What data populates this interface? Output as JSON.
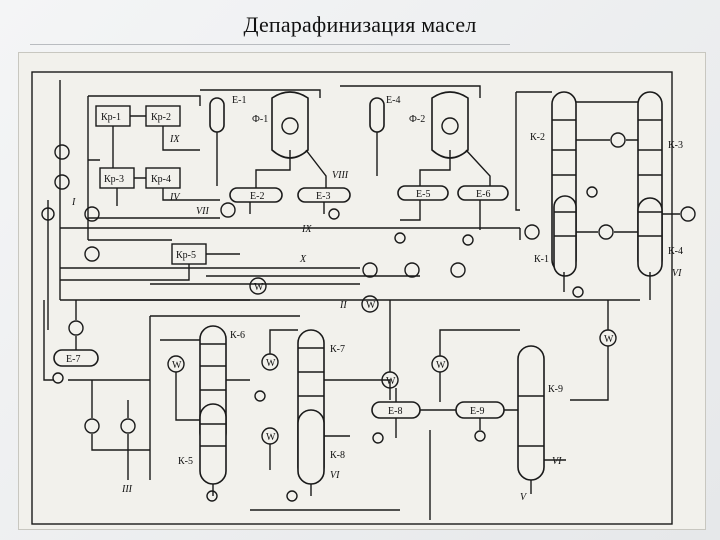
{
  "title": "Депарафинизация масел",
  "labels": {
    "kr1": "Кр-1",
    "kr2": "Кр-2",
    "kr3": "Кр-3",
    "kr4": "Кр-4",
    "kr5": "Кр-5",
    "e1": "Е-1",
    "e2": "Е-2",
    "e3": "Е-3",
    "e4": "Е-4",
    "e5": "Е-5",
    "e6": "Е-6",
    "e7": "Е-7",
    "e8": "Е-8",
    "e9": "Е-9",
    "f1": "Ф-1",
    "f2": "Ф-2",
    "k1": "К-1",
    "k2": "К-2",
    "k3": "К-3",
    "k4": "К-4",
    "k5": "К-5",
    "k6": "К-6",
    "k7": "К-7",
    "k8": "К-8",
    "k9": "К-9"
  },
  "streams": {
    "s1": "I",
    "s2": "II",
    "s3": "III",
    "s4": "IV",
    "s5": "V",
    "s6a": "VI",
    "s6b": "VI",
    "s6c": "VI",
    "s7": "VII",
    "s8": "VIII",
    "s9a": "IX",
    "s9b": "IX",
    "s10": "X"
  }
}
